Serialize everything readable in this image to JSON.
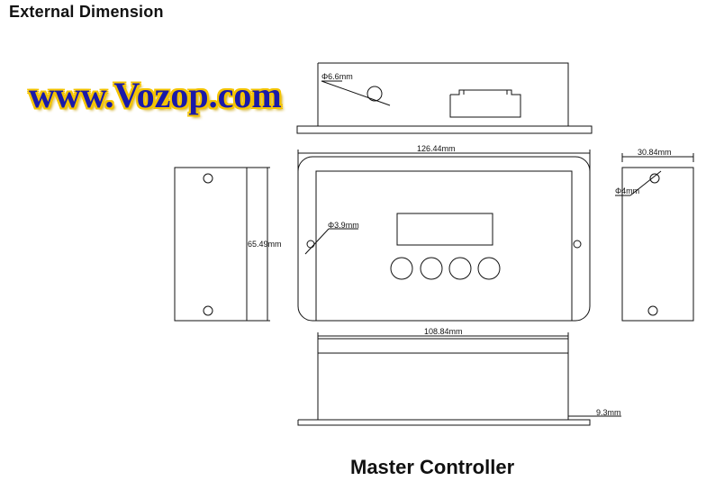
{
  "heading": "External Dimension",
  "watermark": "www.Vozop.com",
  "caption": "Master Controller",
  "dimensions": {
    "top_hole": "Φ6.6mm",
    "front_width": "126.44mm",
    "side_width": "30.84mm",
    "side_hole": "Φ4mm",
    "left_height": "65.49mm",
    "front_hole": "Φ3.9mm",
    "bottom_width": "108.84mm",
    "flange": "9.3mm"
  },
  "colors": {
    "watermark_text": "#1a1aa8",
    "watermark_glow": "#f4c400",
    "line": "#111111"
  }
}
